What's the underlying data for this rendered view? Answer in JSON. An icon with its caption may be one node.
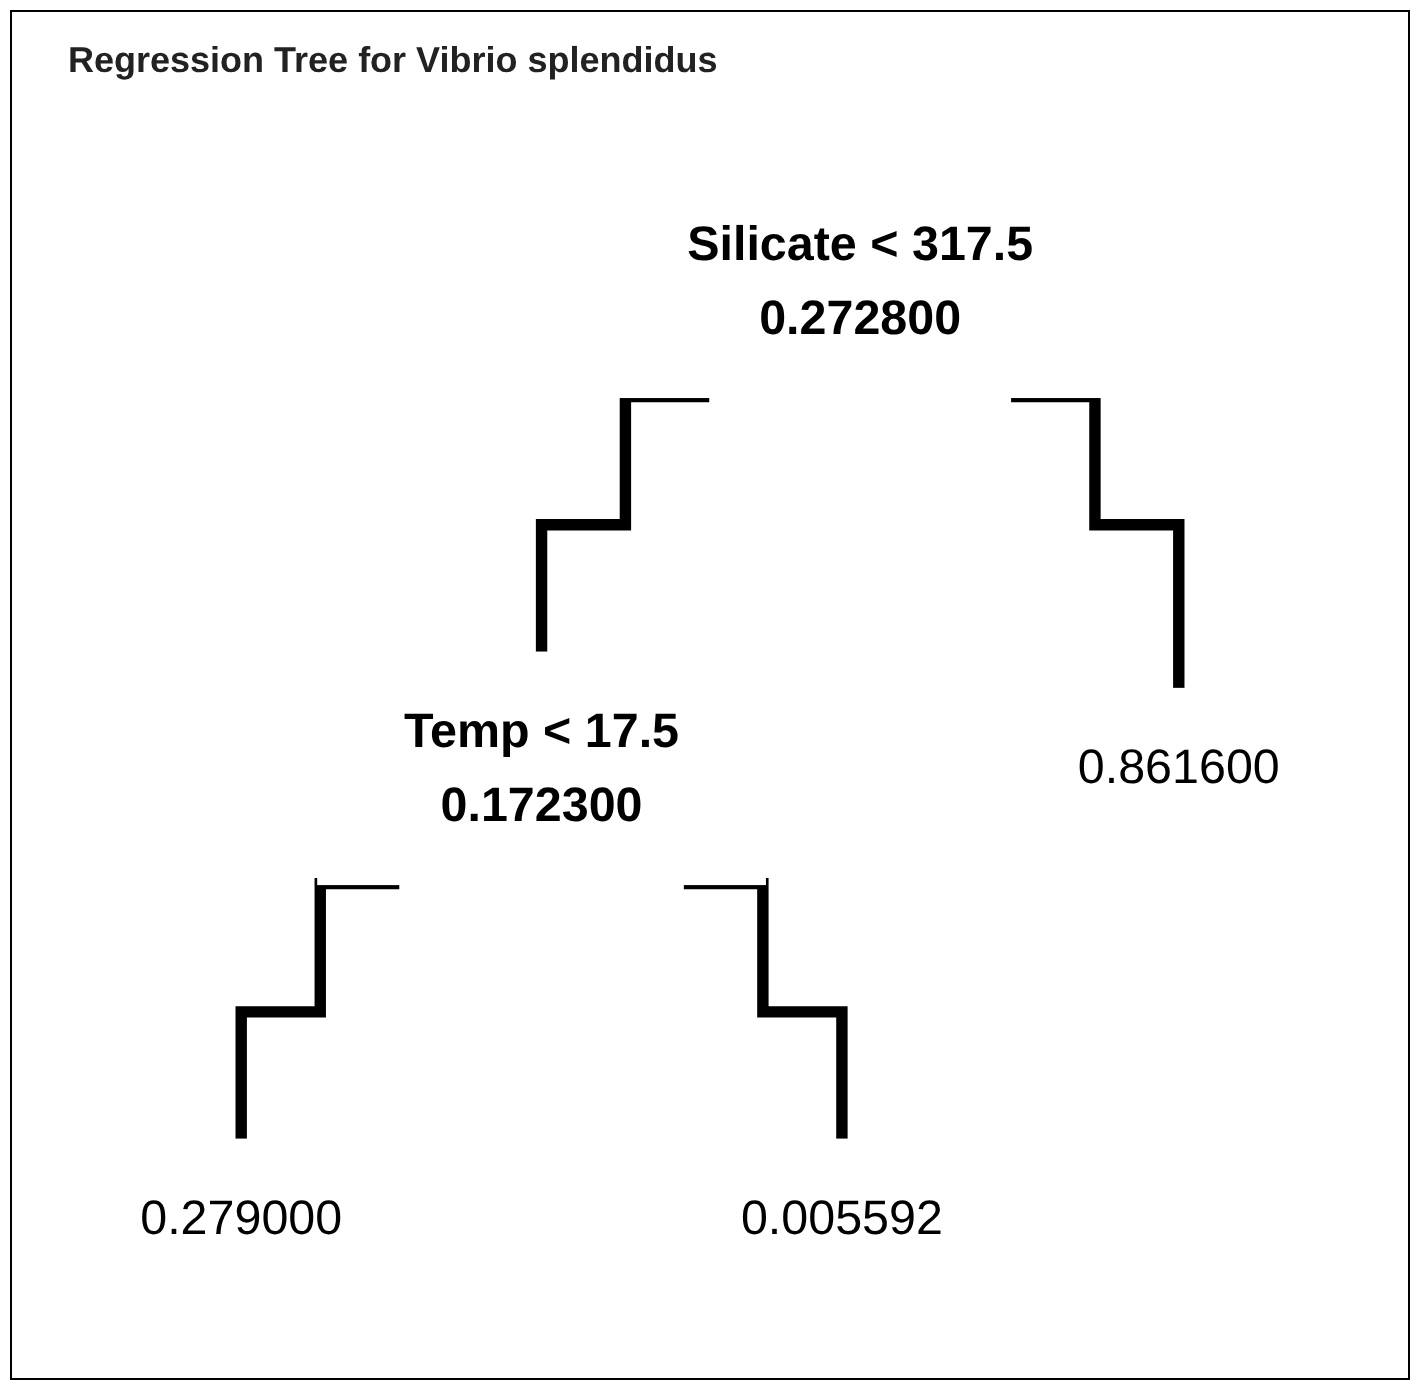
{
  "diagram": {
    "title": "Regression Tree for Vibrio splendidus",
    "nodes": [
      {
        "text": [
          "Silicate < 317.5",
          "0.272800"
        ]
      },
      {
        "text": [
          "Temp < 17.5",
          "0.172300"
        ]
      },
      {
        "text": [
          "0.861600"
        ]
      },
      {
        "text": [
          "0.279000"
        ]
      },
      {
        "text": [
          "0.005592"
        ]
      }
    ],
    "edges": [
      {
        "from": 0,
        "to": 1,
        "arrow": "none"
      },
      {
        "from": 0,
        "to": 2,
        "arrow": "none"
      },
      {
        "from": 1,
        "to": 3,
        "arrow": "none"
      },
      {
        "from": 1,
        "to": 4,
        "arrow": "none"
      }
    ]
  }
}
